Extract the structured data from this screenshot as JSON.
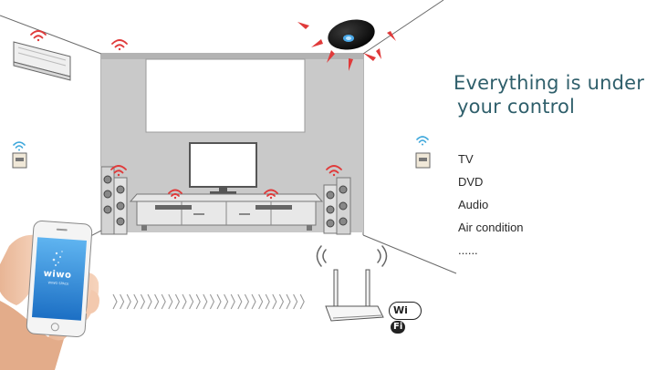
{
  "headline": {
    "line1": "Everything is under",
    "line2": "your control"
  },
  "devices": [
    "TV",
    "DVD",
    "Audio",
    "Air condition",
    "......"
  ],
  "badges": {
    "wifi_part1": "Wi",
    "wifi_part2": "Fi"
  },
  "phone": {
    "brand": "wiwo",
    "subtitle": "WIWO SPACE"
  },
  "icons": [
    "air-conditioner-icon",
    "light-switch-icon",
    "remote-hub-icon",
    "tv-icon",
    "speaker-icon",
    "wifi-router-icon",
    "smartphone-icon",
    "signal-wave-icon"
  ],
  "colors": {
    "headline": "#2f5f6b",
    "wall": "#c9c9c9",
    "signal": "#e03a3a",
    "phone_screen": "#2b8ee0",
    "wifi_signal": "#3fa8dc"
  }
}
